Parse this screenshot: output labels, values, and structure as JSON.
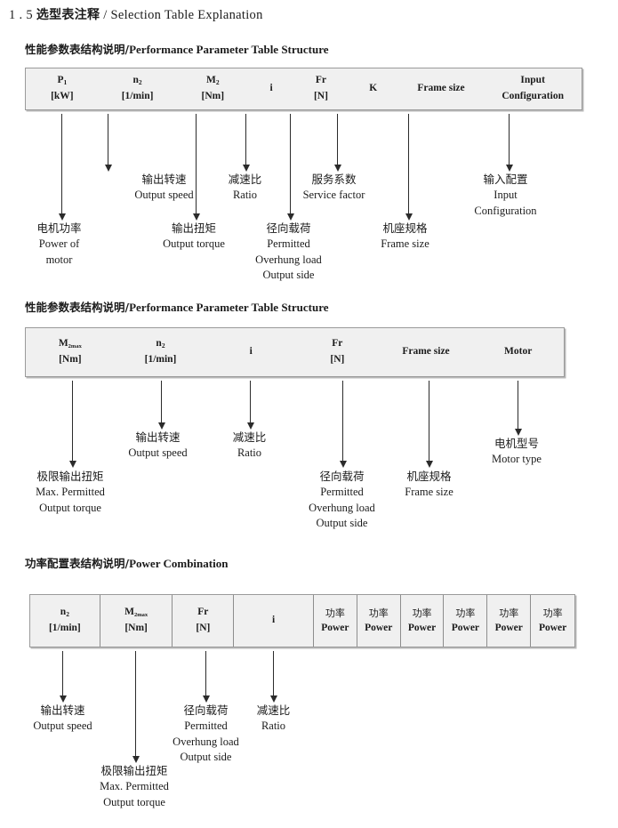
{
  "doc": {
    "title_number": "1 . 5",
    "title_cn": "选型表注释",
    "title_sep": "/",
    "title_en": "Selection Table Explanation"
  },
  "sections": [
    {
      "heading_cn": "性能参数表结构说明",
      "heading_sep": "/",
      "heading_en": "Performance Parameter Table Structure",
      "table": {
        "columns": [
          {
            "symbol": "P",
            "sub": "1",
            "unit": "[kW]"
          },
          {
            "symbol": "n",
            "sub": "2",
            "unit": "[1/min]"
          },
          {
            "symbol": "M",
            "sub": "2",
            "unit": "[Nm]"
          },
          {
            "symbol": "i",
            "sub": "",
            "unit": ""
          },
          {
            "symbol": "Fr",
            "sub": "",
            "unit": "[N]"
          },
          {
            "symbol": "K",
            "sub": "",
            "unit": ""
          },
          {
            "symbol": "Frame size",
            "sub": "",
            "unit": ""
          },
          {
            "symbol": "Input",
            "sub": "",
            "unit": "Configuration"
          }
        ]
      },
      "notes": [
        {
          "cn": "电机功率",
          "en": [
            "Power of",
            "motor"
          ]
        },
        {
          "cn": "输出转速",
          "en": [
            "Output speed"
          ]
        },
        {
          "cn": "输出扭矩",
          "en": [
            "Output torque"
          ]
        },
        {
          "cn": "减速比",
          "en": [
            "Ratio"
          ]
        },
        {
          "cn": "径向载荷",
          "en": [
            "Permitted",
            "Overhung load",
            "Output side"
          ]
        },
        {
          "cn": "服务系数",
          "en": [
            "Service factor"
          ]
        },
        {
          "cn": "机座规格",
          "en": [
            "Frame size"
          ]
        },
        {
          "cn": "输入配置",
          "en": [
            "Input",
            "Configuration"
          ]
        }
      ]
    },
    {
      "heading_cn": "性能参数表结构说明",
      "heading_sep": "/",
      "heading_en": "Performance Parameter Table Structure",
      "table": {
        "columns": [
          {
            "symbol": "M",
            "sub": "2max",
            "unit": "[Nm]"
          },
          {
            "symbol": "n",
            "sub": "2",
            "unit": "[1/min]"
          },
          {
            "symbol": "i",
            "sub": "",
            "unit": ""
          },
          {
            "symbol": "Fr",
            "sub": "",
            "unit": "[N]"
          },
          {
            "symbol": "Frame size",
            "sub": "",
            "unit": ""
          },
          {
            "symbol": "Motor",
            "sub": "",
            "unit": ""
          }
        ]
      },
      "notes": [
        {
          "cn": "极限输出扭矩",
          "en": [
            "Max. Permitted",
            "Output  torque"
          ]
        },
        {
          "cn": "输出转速",
          "en": [
            "Output speed"
          ]
        },
        {
          "cn": "减速比",
          "en": [
            "Ratio"
          ]
        },
        {
          "cn": "径向载荷",
          "en": [
            "Permitted",
            "Overhung load",
            "Output side"
          ]
        },
        {
          "cn": "机座规格",
          "en": [
            "Frame size"
          ]
        },
        {
          "cn": "电机型号",
          "en": [
            "Motor type"
          ]
        }
      ]
    },
    {
      "heading_cn": "功率配置表结构说明",
      "heading_sep": "/",
      "heading_en": "Power Combination",
      "table": {
        "columns": [
          {
            "symbol": "n",
            "sub": "2",
            "unit": "[1/min]"
          },
          {
            "symbol": "M",
            "sub": "2max",
            "unit": "[Nm]"
          },
          {
            "symbol": "Fr",
            "sub": "",
            "unit": "[N]"
          },
          {
            "symbol": "i",
            "sub": "",
            "unit": ""
          },
          {
            "symbol_cn": "功率",
            "sub": "",
            "unit": "Power"
          },
          {
            "symbol_cn": "功率",
            "sub": "",
            "unit": "Power"
          },
          {
            "symbol_cn": "功率",
            "sub": "",
            "unit": "Power"
          },
          {
            "symbol_cn": "功率",
            "sub": "",
            "unit": "Power"
          },
          {
            "symbol_cn": "功率",
            "sub": "",
            "unit": "Power"
          },
          {
            "symbol_cn": "功率",
            "sub": "",
            "unit": "Power"
          }
        ]
      },
      "notes": [
        {
          "cn": "输出转速",
          "en": [
            "Output speed"
          ]
        },
        {
          "cn": "极限输出扭矩",
          "en": [
            "Max. Permitted",
            "Output  torque"
          ]
        },
        {
          "cn": "径向载荷",
          "en": [
            "Permitted",
            "Overhung load",
            "Output side"
          ]
        },
        {
          "cn": "减速比",
          "en": [
            "Ratio"
          ]
        }
      ]
    }
  ]
}
